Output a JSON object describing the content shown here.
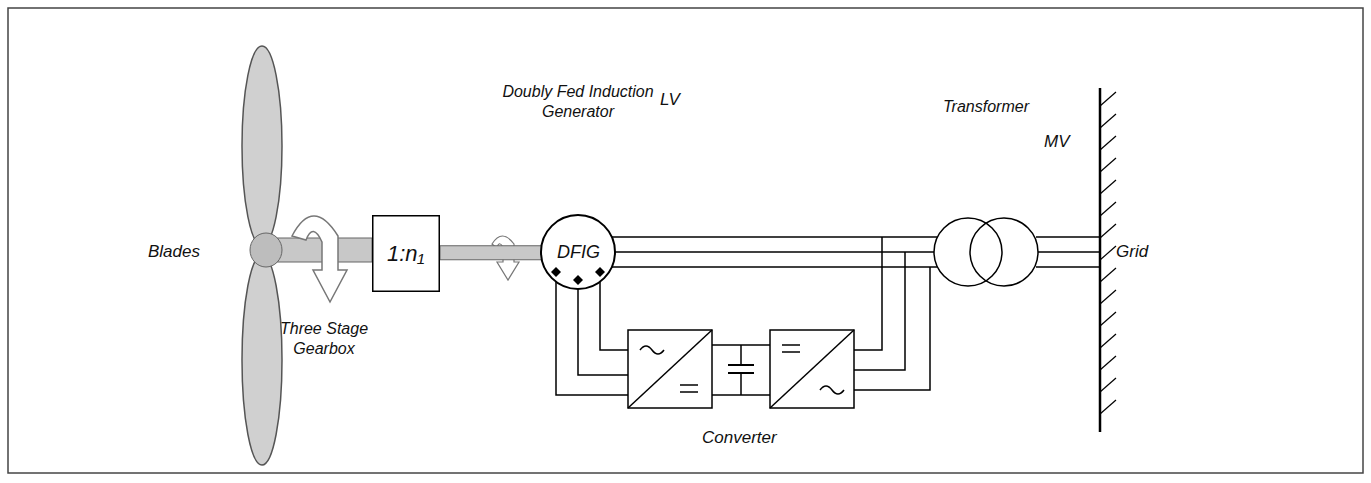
{
  "diagram": {
    "nodes": [
      {
        "text": [
          "1:n₁",
          "Three Stage Gearbox"
        ]
      },
      {
        "text": [
          "DFIG",
          "Doubly Fed Induction Generator"
        ]
      },
      {
        "text": [
          "Transformer"
        ]
      }
    ],
    "edges": [
      {
        "from": 0,
        "to": 1,
        "arrow": "none"
      },
      {
        "from": 1,
        "to": 2,
        "arrow": "none"
      }
    ],
    "labels": [
      "Blades",
      "LV",
      "MV",
      "Grid",
      "Converter"
    ]
  }
}
